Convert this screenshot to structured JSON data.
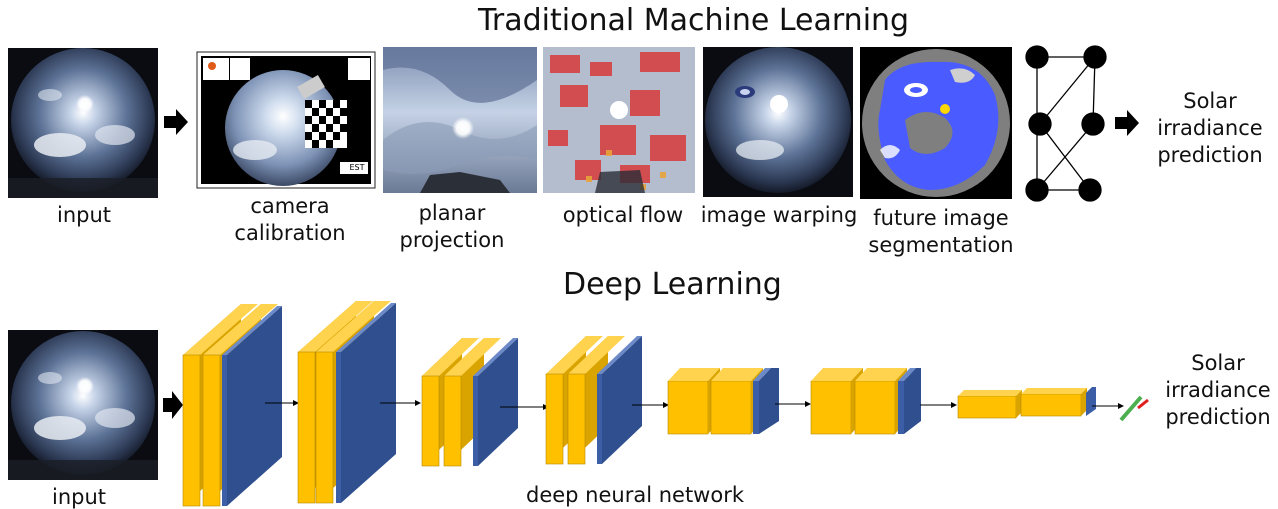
{
  "top": {
    "title": "Traditional Machine Learning",
    "labels": {
      "input": "input",
      "camera_calibration": "camera\ncalibration",
      "planar_projection": "planar\nprojection",
      "optical_flow": "optical flow",
      "image_warping": "image warping",
      "future_segmentation": "future image\nsegmentation",
      "output": "Solar\nirradiance\nprediction"
    },
    "calibration_tag": "EST"
  },
  "bottom": {
    "title": "Deep Learning",
    "labels": {
      "input": "input",
      "network": "deep neural network",
      "output": "Solar\nirradiance\nprediction"
    }
  },
  "colors": {
    "layer_yellow": "#FFC000",
    "layer_blue": "#3B5EA6",
    "segmentation_blue": "#4A5BFF",
    "segmentation_gray": "#7f7f7f",
    "flow_red": "#d83a3a",
    "output_green": "#4caf50",
    "output_red": "#e02020"
  }
}
